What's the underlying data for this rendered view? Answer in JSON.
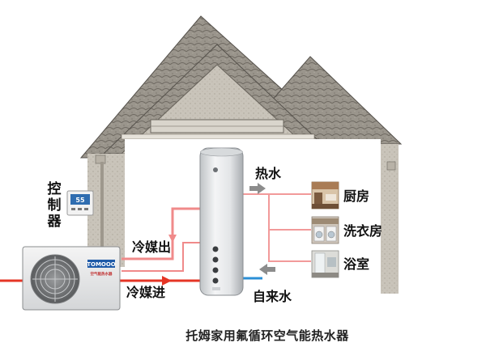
{
  "labels": {
    "controller": "控制器",
    "refrigerant_out": "冷媒出",
    "refrigerant_in": "冷媒进",
    "hot_water": "热水",
    "tap_water": "自来水",
    "kitchen": "厨房",
    "laundry": "洗衣房",
    "bathroom": "浴室",
    "caption": "托姆家用氟循环空气能热水器"
  },
  "controller_display": "55",
  "outdoor_unit_brand": "TOMOOO",
  "outdoor_unit_sub": "空气能热水器",
  "colors": {
    "refrigerant_out_pipe": "#f08a8a",
    "refrigerant_in_pipe": "#e53525",
    "hot_water_pipe": "#f29a9a",
    "hot_water_arrow": "#8c8c8c",
    "tap_water_arrow": "#2b8fd6",
    "roof": "#8f8a82",
    "wall": "#cdc8be"
  },
  "icons": [
    "controller-icon",
    "outdoor-unit-icon",
    "water-tank-icon",
    "kitchen-photo",
    "laundry-photo",
    "bathroom-photo"
  ]
}
